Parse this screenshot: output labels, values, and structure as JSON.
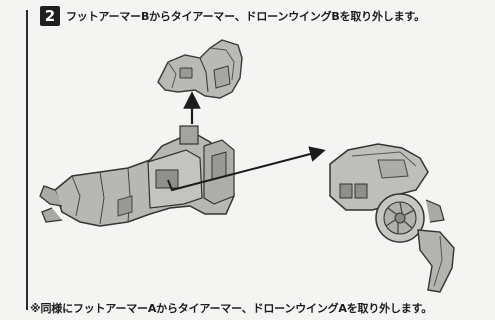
{
  "step": {
    "number": "2",
    "instruction": "フットアーマーBからタイアーマー、ドローンウイングBを取り外します。"
  },
  "footnote": "※同様にフットアーマーAからタイアーマー、ドローンウイングAを取り外します。",
  "parts": [
    {
      "id": "foot-armor",
      "icon": "foot-armor-part"
    },
    {
      "id": "tire-armor",
      "icon": "tire-armor-part"
    },
    {
      "id": "drone-wing",
      "icon": "drone-wing-part"
    }
  ]
}
